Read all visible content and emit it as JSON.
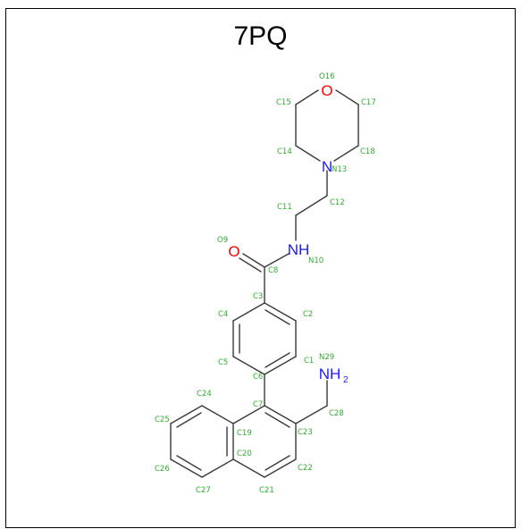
{
  "title": "7PQ",
  "colors": {
    "bond": "#3a3a3a",
    "atom_label": "#33aa33",
    "oxygen": "#ff0000",
    "nitrogen": "#1a1aff"
  },
  "atom_labels": {
    "O16": "O16",
    "C15": "C15",
    "C17": "C17",
    "C14": "C14",
    "C18": "C18",
    "N13": "N13",
    "C11": "C11",
    "C12": "C12",
    "O9": "O9",
    "C8": "C8",
    "N10": "N10",
    "C3": "C3",
    "C4": "C4",
    "C2": "C2",
    "C5": "C5",
    "C1": "C1",
    "C6": "C6",
    "N29": "N29",
    "C24": "C24",
    "C7": "C7",
    "C28": "C28",
    "C25": "C25",
    "C19": "C19",
    "C23": "C23",
    "C20": "C20",
    "C26": "C26",
    "C22": "C22",
    "C27": "C27",
    "C21": "C21"
  },
  "element_symbols": {
    "O_morph": "O",
    "N_morph": "N",
    "O_carbonyl": "O",
    "N_amide": "NH",
    "N_amine": "NH",
    "N_amine_sub": "2"
  }
}
